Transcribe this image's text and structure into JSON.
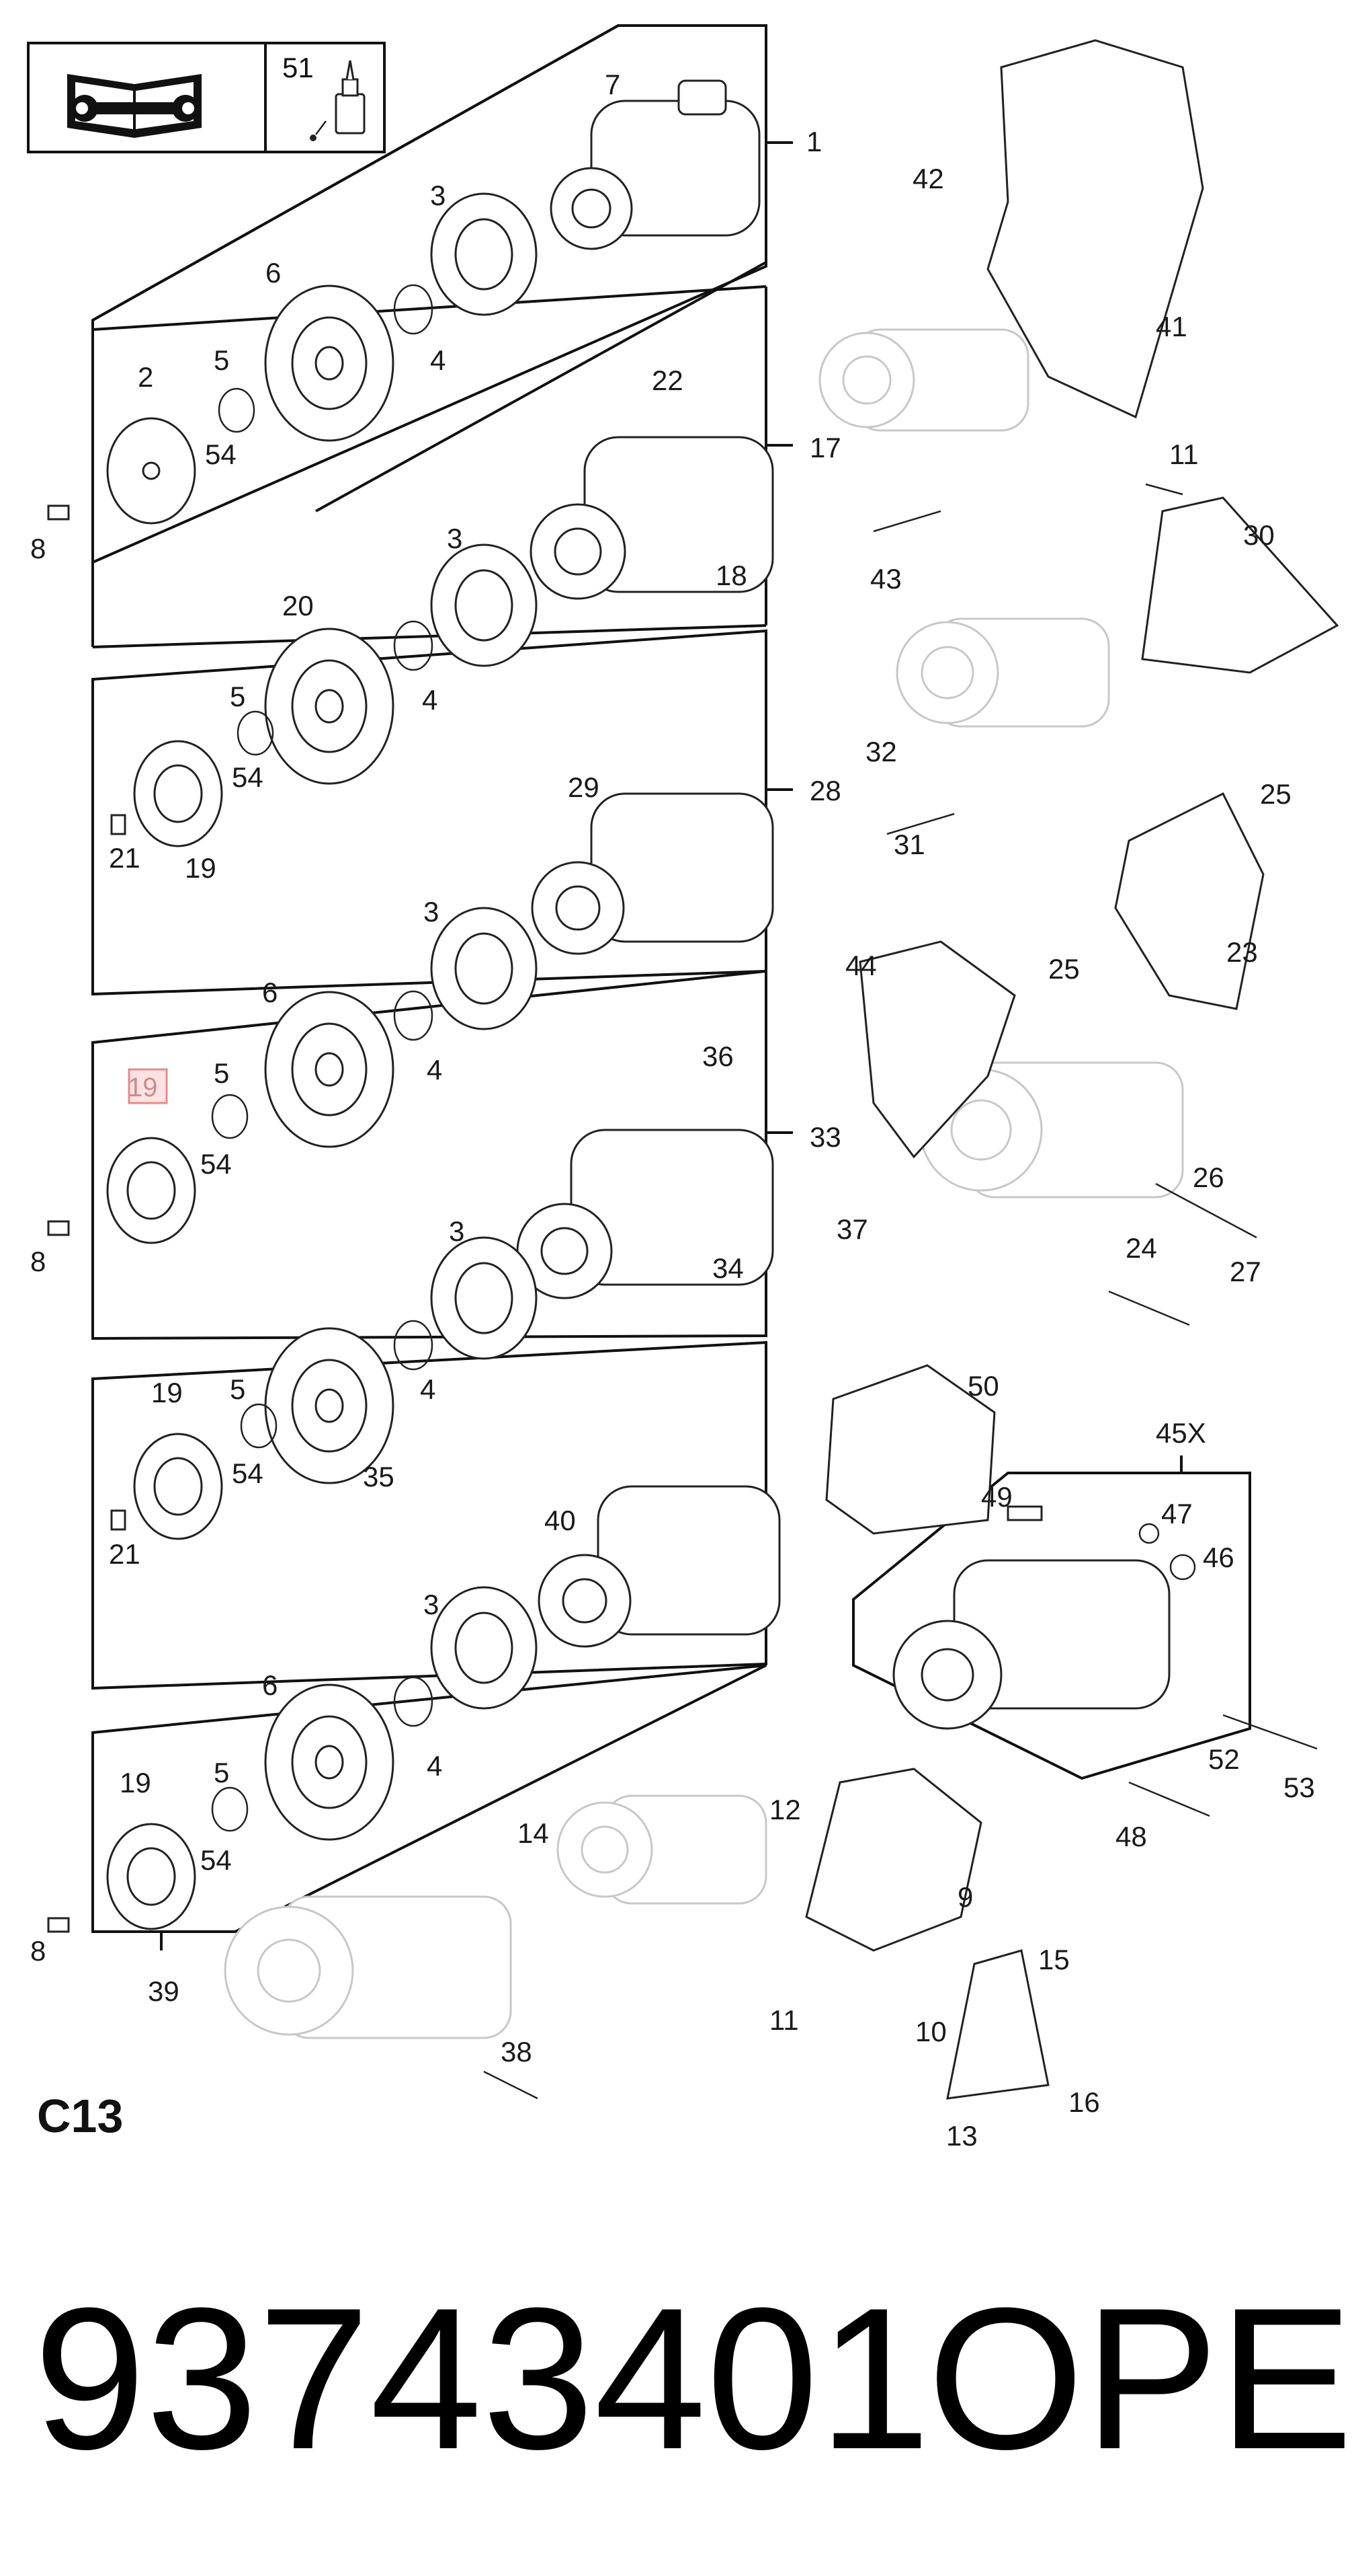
{
  "diagram": {
    "section_code": "C13",
    "part_number": "93743401",
    "brand": "OPEL",
    "header_box_number": "51",
    "highlighted_label": "19",
    "labels": [
      "1",
      "7",
      "3",
      "6",
      "4",
      "2",
      "5",
      "54",
      "8",
      "17",
      "22",
      "3",
      "18",
      "20",
      "5",
      "4",
      "54",
      "21",
      "19",
      "28",
      "29",
      "3",
      "6",
      "4",
      "5",
      "54",
      "19",
      "36",
      "8",
      "33",
      "3",
      "34",
      "19",
      "5",
      "54",
      "4",
      "21",
      "35",
      "40",
      "3",
      "6",
      "4",
      "19",
      "5",
      "54",
      "8",
      "39",
      "38",
      "14",
      "42",
      "41",
      "11",
      "30",
      "43",
      "32",
      "31",
      "25",
      "23",
      "44",
      "25",
      "26",
      "27",
      "37",
      "24",
      "50",
      "49",
      "45X",
      "47",
      "46",
      "52",
      "53",
      "48",
      "12",
      "9",
      "11",
      "15",
      "10",
      "13",
      "16"
    ],
    "icons": [
      "manual-book-wrench-icon",
      "oil-bottle-icon"
    ]
  }
}
